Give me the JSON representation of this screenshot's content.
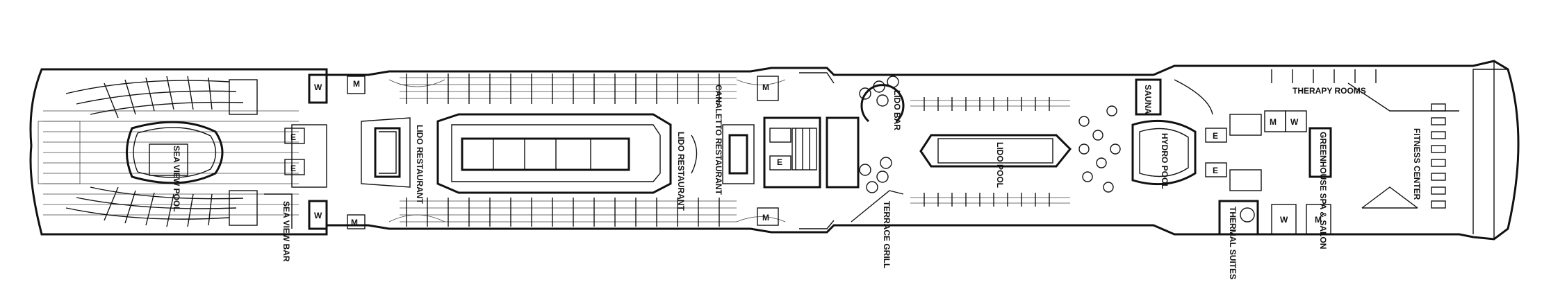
{
  "deck": {
    "labels": {
      "sea_view_pool": "SEA VIEW POOL",
      "sea_view_bar": "SEA VIEW BAR",
      "lido_restaurant_left": "LIDO RESTAURANT",
      "lido_restaurant_right": "LIDO RESTAURANT",
      "canaletto": "CANALETTO RESTAURANT",
      "lido_bar": "LIDO BAR",
      "lido_pool": "LIDO POOL",
      "terrace_grill": "TERRACE GRILL",
      "hydro_pool": "HYDRO POOL",
      "sauna": "SAUNA",
      "thermal_suites": "THERMAL SUITES",
      "therapy_rooms": "THERAPY ROOMS",
      "greenhouse": "GREENHOUSE SPA & SALON",
      "fitness_center": "FITNESS CENTER"
    },
    "markers": {
      "women": "W",
      "men": "M",
      "elevator": "E"
    }
  }
}
